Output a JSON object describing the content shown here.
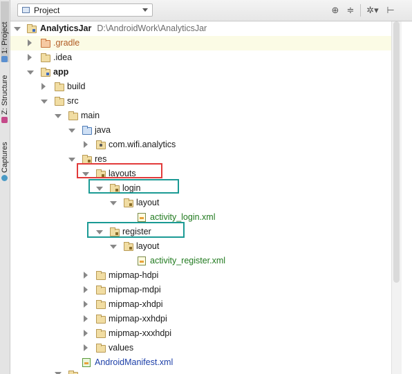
{
  "side_tabs": [
    {
      "label": "1: Project",
      "active": true
    },
    {
      "label": "Z: Structure",
      "active": false
    },
    {
      "label": "Captures",
      "active": false
    }
  ],
  "header": {
    "view_selector": "Project",
    "icons": [
      "target-icon",
      "collapse-all-icon",
      "gear-icon",
      "hide-icon"
    ],
    "glyphs": {
      "target": "⊕",
      "collapse": "≑",
      "gear": "✲▾",
      "hide": "⊢"
    }
  },
  "tree": {
    "root": {
      "name": "AnalyticsJar",
      "path": "D:\\AndroidWork\\AnalyticsJar"
    },
    "gradle": ".gradle",
    "idea": ".idea",
    "app": "app",
    "build": "build",
    "src": "src",
    "main": "main",
    "java": "java",
    "package": "com.wifi.analytics",
    "res": "res",
    "layouts": "layouts",
    "login": "login",
    "login_layout": "layout",
    "login_file": "activity_login.xml",
    "register": "register",
    "register_layout": "layout",
    "register_file": "activity_register.xml",
    "mipmap_hdpi": "mipmap-hdpi",
    "mipmap_mdpi": "mipmap-mdpi",
    "mipmap_xhdpi": "mipmap-xhdpi",
    "mipmap_xxhdpi": "mipmap-xxhdpi",
    "mipmap_xxxhdpi": "mipmap-xxxhdpi",
    "values": "values",
    "manifest": "AndroidManifest.xml"
  },
  "colors": {
    "red_box": "#e23a3a",
    "teal_box": "#1a9a94",
    "xml_file_text": "#217a1f",
    "manifest_text": "#1c3fa8"
  }
}
